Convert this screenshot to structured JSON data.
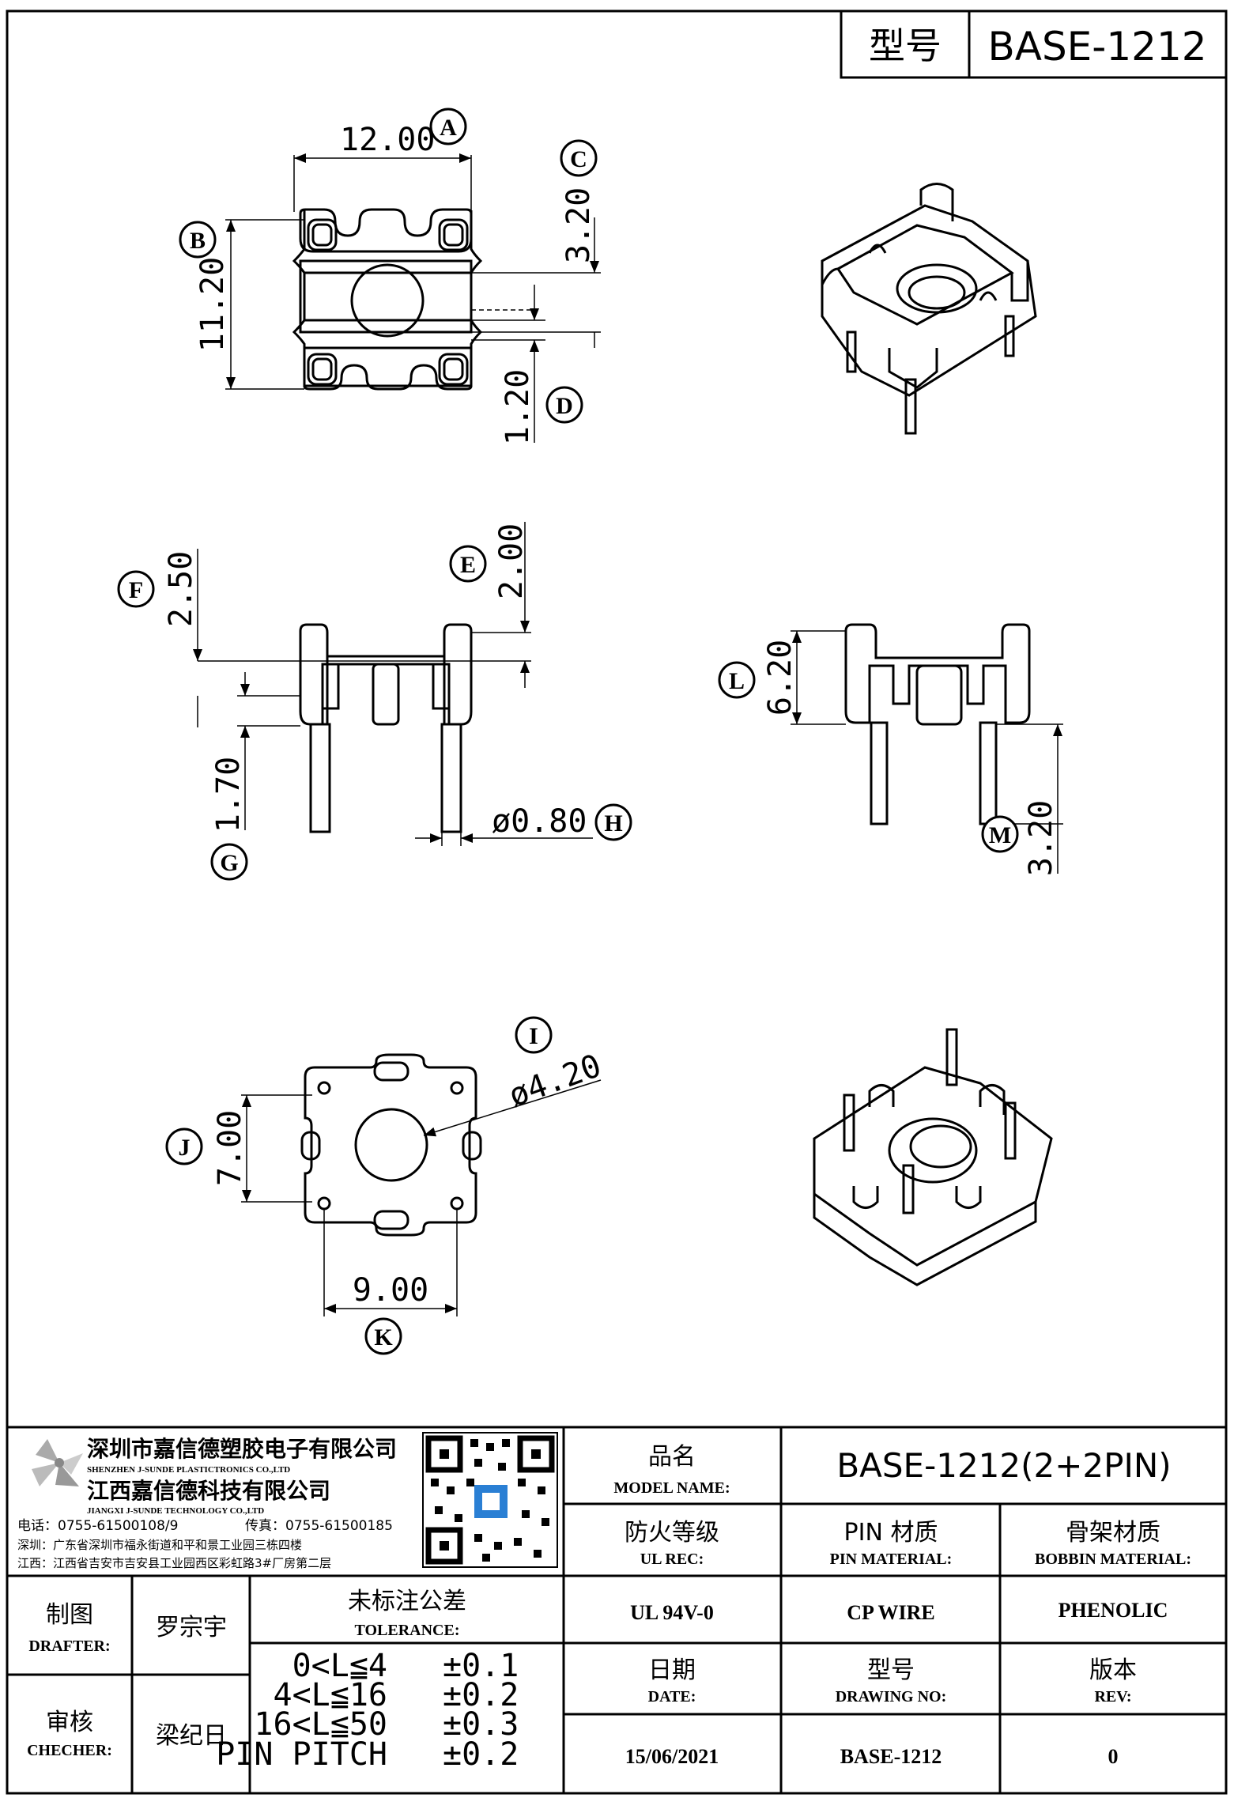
{
  "header": {
    "model_label": "型号",
    "model_value": "BASE-1212"
  },
  "dimensions": {
    "A": {
      "letter": "A",
      "value": "12.00"
    },
    "B": {
      "letter": "B",
      "value": "11.20"
    },
    "C": {
      "letter": "C",
      "value": "3.20"
    },
    "D": {
      "letter": "D",
      "value": "1.20"
    },
    "E": {
      "letter": "E",
      "value": "2.00"
    },
    "F": {
      "letter": "F",
      "value": "2.50"
    },
    "G": {
      "letter": "G",
      "value": "1.70"
    },
    "H": {
      "letter": "H",
      "value": "ø0.80"
    },
    "I": {
      "letter": "I",
      "value": "ø4.20"
    },
    "J": {
      "letter": "J",
      "value": "7.00"
    },
    "K": {
      "letter": "K",
      "value": "9.00"
    },
    "L": {
      "letter": "L",
      "value": "6.20"
    },
    "M": {
      "letter": "M",
      "value": "3.20"
    }
  },
  "company": {
    "name_sz": "深圳市嘉信德塑胶电子有限公司",
    "name_sz_en": "SHENZHEN J-SUNDE PLASTICTRONICS CO.,LTD",
    "name_jx": "江西嘉信德科技有限公司",
    "name_jx_en": "JIANGXI J-SUNDE TECHNOLOGY CO.,LTD",
    "phone": "电话：0755-61500108/9",
    "fax": "传真：0755-61500185",
    "addr_sz": "深圳：广东省深圳市福永街道和平和景工业园三栋四楼",
    "addr_jx": "江西：江西省吉安市吉安县工业园西区彩虹路3#厂房第二层"
  },
  "title_block": {
    "model_name_cn": "品名",
    "model_name_en": "MODEL NAME:",
    "model_name_value": "BASE-1212(2+2PIN)",
    "ul_cn": "防火等级",
    "ul_en": "UL REC:",
    "ul_value": "UL 94V-0",
    "pin_cn": "PIN 材质",
    "pin_en": "PIN MATERIAL:",
    "pin_value": "CP WIRE",
    "bobbin_cn": "骨架材质",
    "bobbin_en": "BOBBIN MATERIAL:",
    "bobbin_value": "PHENOLIC",
    "drafter_cn": "制图",
    "drafter_en": "DRAFTER:",
    "drafter_value": "罗宗宇",
    "checker_cn": "审核",
    "checker_en": "CHECHER:",
    "checker_value": "梁纪日",
    "tol_cn": "未标注公差",
    "tol_en": "TOLERANCE:",
    "tolerances": [
      {
        "range": "0<L≦4",
        "value": "±0.1"
      },
      {
        "range": "4<L≦16",
        "value": "±0.2"
      },
      {
        "range": "16<L≦50",
        "value": "±0.3"
      },
      {
        "range": "PIN PITCH",
        "value": "±0.2"
      }
    ],
    "date_cn": "日期",
    "date_en": "DATE:",
    "date_value": "15/06/2021",
    "dwg_cn": "型号",
    "dwg_en": "DRAWING NO:",
    "dwg_value": "BASE-1212",
    "rev_cn": "版本",
    "rev_en": "REV:",
    "rev_value": "0"
  }
}
